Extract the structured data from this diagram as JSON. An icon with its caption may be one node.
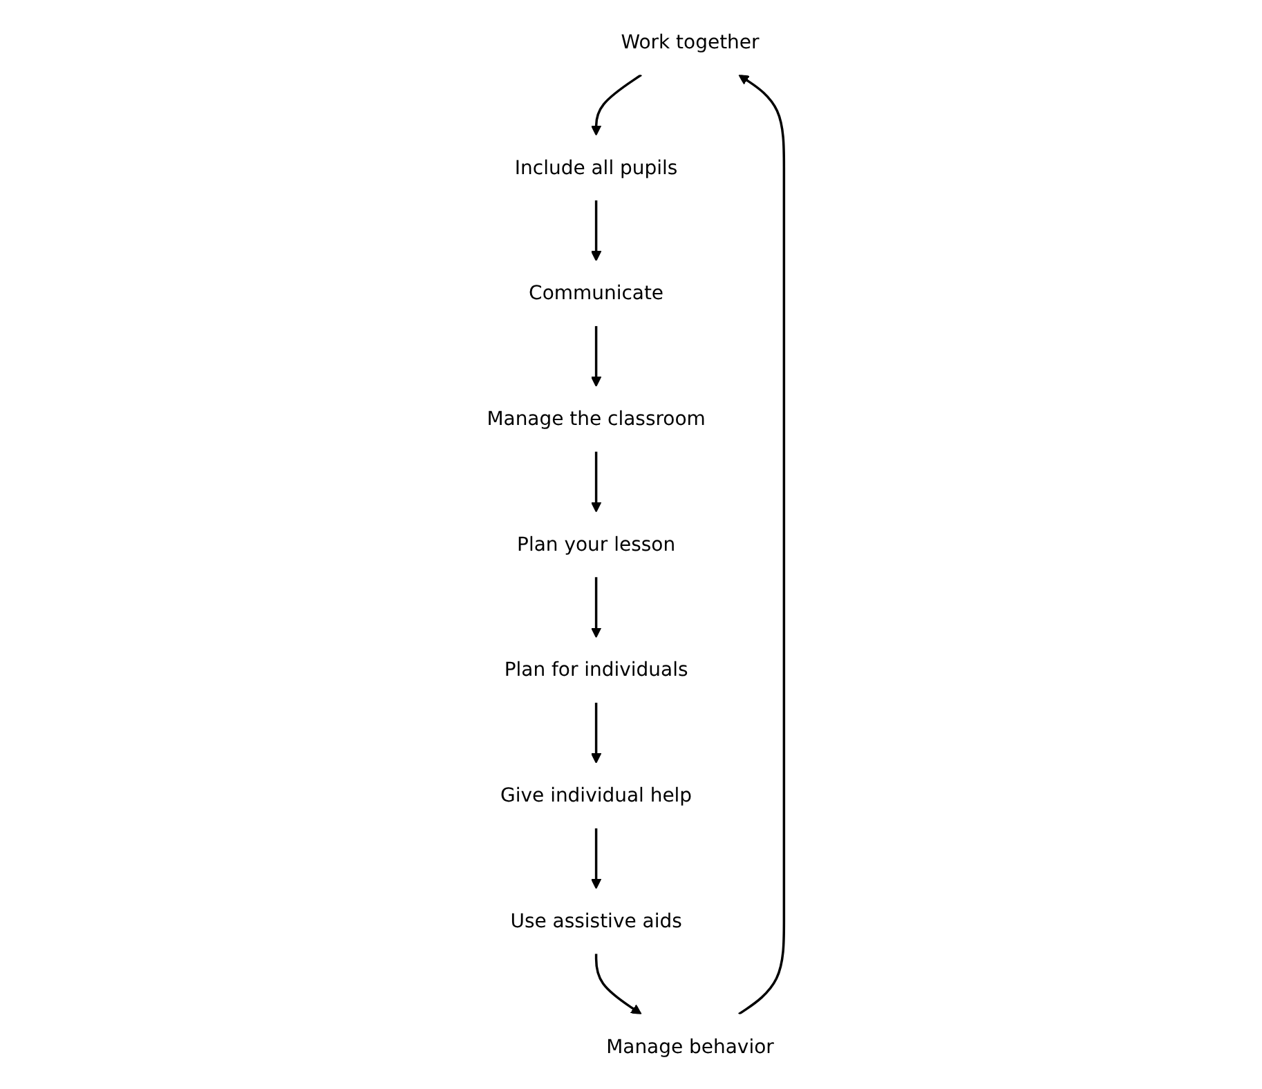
{
  "diagram": {
    "nodes": [
      {
        "text": [
          "Work together"
        ]
      },
      {
        "text": [
          "Include all pupils"
        ]
      },
      {
        "text": [
          "Communicate"
        ]
      },
      {
        "text": [
          "Manage the classroom"
        ]
      },
      {
        "text": [
          "Plan your lesson"
        ]
      },
      {
        "text": [
          "Plan for individuals"
        ]
      },
      {
        "text": [
          "Give individual help"
        ]
      },
      {
        "text": [
          "Use assistive aids"
        ]
      },
      {
        "text": [
          "Manage behavior"
        ]
      }
    ],
    "edges": [
      {
        "from": 0,
        "to": 1,
        "arrow": "to"
      },
      {
        "from": 1,
        "to": 2,
        "arrow": "to"
      },
      {
        "from": 2,
        "to": 3,
        "arrow": "to"
      },
      {
        "from": 3,
        "to": 4,
        "arrow": "to"
      },
      {
        "from": 4,
        "to": 5,
        "arrow": "to"
      },
      {
        "from": 5,
        "to": 6,
        "arrow": "to"
      },
      {
        "from": 6,
        "to": 7,
        "arrow": "to"
      },
      {
        "from": 7,
        "to": 8,
        "arrow": "to"
      },
      {
        "from": 8,
        "to": 0,
        "arrow": "to"
      }
    ]
  }
}
